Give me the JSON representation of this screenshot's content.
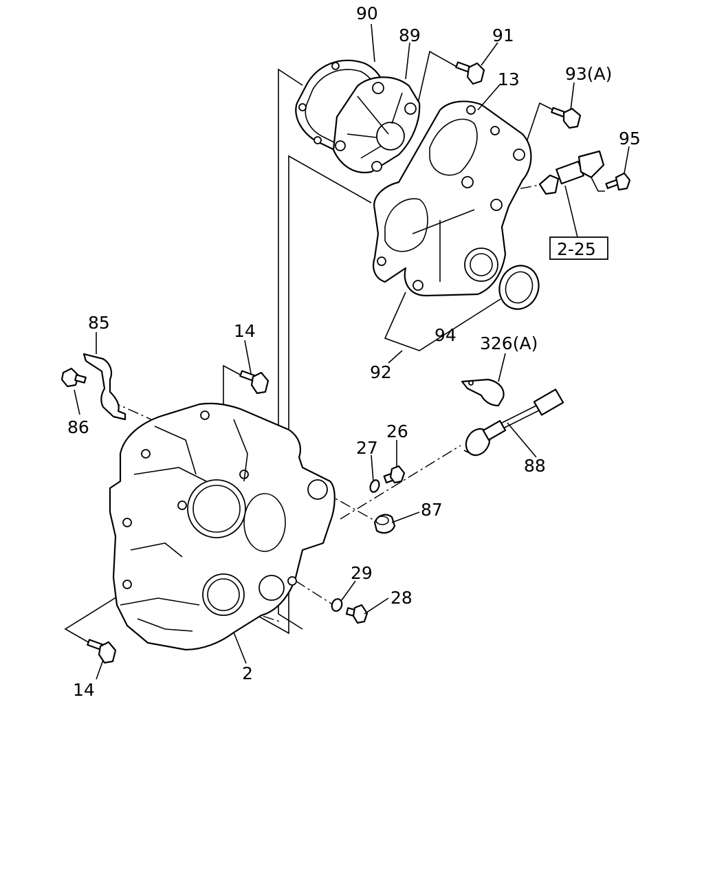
{
  "callouts": {
    "c90": "90",
    "c89": "89",
    "c91": "91",
    "c13": "13",
    "c93": "93(A)",
    "c95": "95",
    "c225": "2-25",
    "c94": "94",
    "c92": "92",
    "c85": "85",
    "c86": "86",
    "c14a": "14",
    "c326": "326(A)",
    "c27": "27",
    "c26": "26",
    "c88": "88",
    "c87": "87",
    "c29": "29",
    "c28": "28",
    "c2": "2",
    "c14b": "14"
  }
}
